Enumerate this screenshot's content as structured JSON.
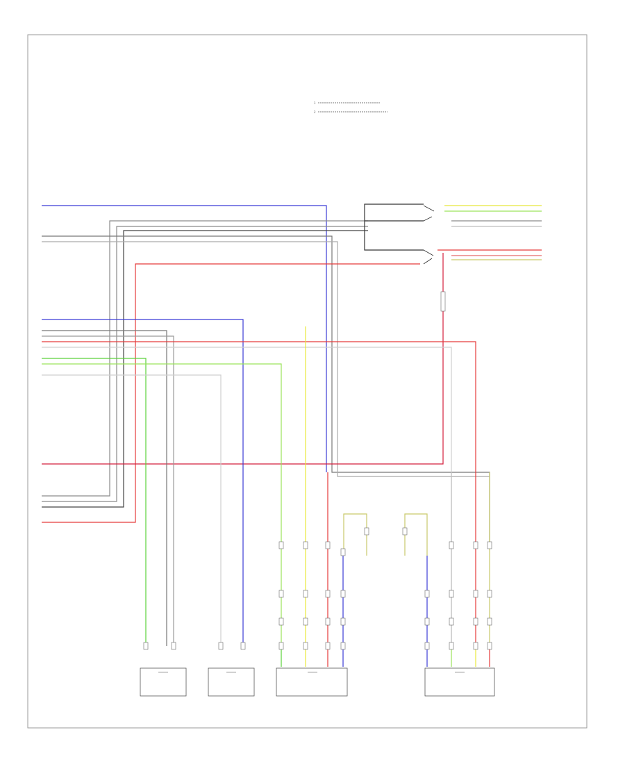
{
  "diagram": {
    "page_number": "",
    "legend": [
      {
        "marker": "1",
        "text": ""
      },
      {
        "marker": "2",
        "text": ""
      }
    ],
    "components": [
      {
        "id": "rear-left",
        "name": "",
        "text": ""
      },
      {
        "id": "rear-right",
        "name": "",
        "text": ""
      },
      {
        "id": "front-passenger",
        "name": "",
        "text": ""
      },
      {
        "id": "driver",
        "name": "",
        "text": ""
      },
      {
        "id": "switch",
        "name": "",
        "text": ""
      },
      {
        "id": "sensor-left",
        "name": "",
        "text": ""
      },
      {
        "id": "sensor-right",
        "name": "",
        "text": ""
      }
    ],
    "wire_colors": {
      "blue": "#3b3bd6",
      "red": "#e53a3a",
      "dark_red": "#d41e3c",
      "green": "#5ad13a",
      "light_green": "#9be35a",
      "yellow": "#e8e83a",
      "olive": "#c9c96a",
      "gray": "#8a8a8a",
      "light_gray": "#cfcfcf",
      "black": "#333333"
    }
  }
}
